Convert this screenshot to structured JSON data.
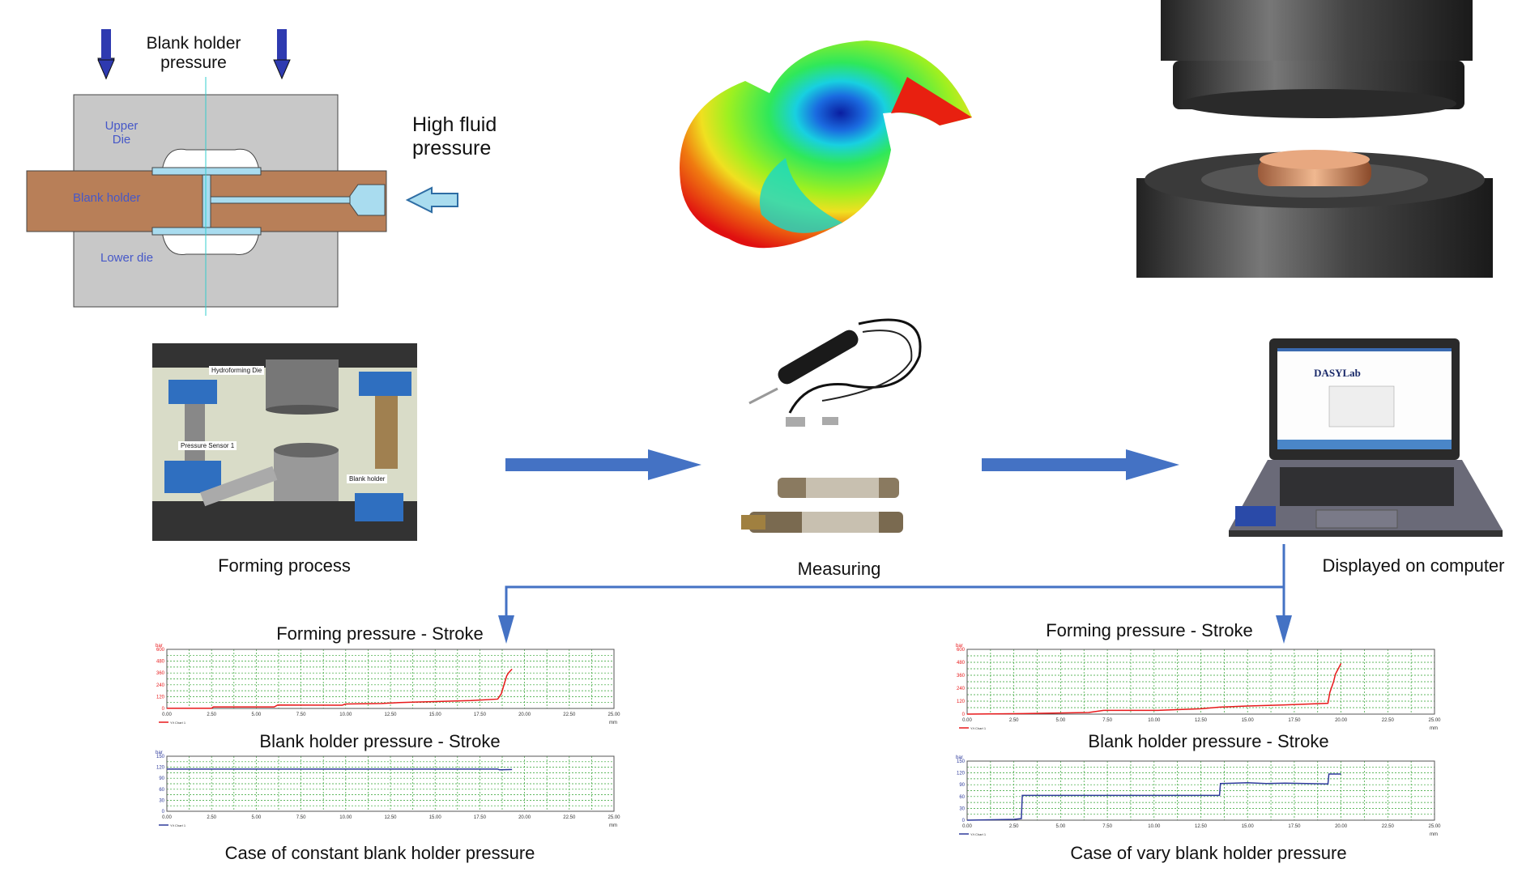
{
  "die_diagram": {
    "top_label": "Blank holder pressure",
    "side_label": "High fluid pressure",
    "upper_die": "Upper Die",
    "blank_holder": "Blank holder",
    "lower_die": "Lower die"
  },
  "photo_labels": {
    "hydroforming_die": "Hydroforming Die",
    "pressure_sensor": "Pressure Sensor 1",
    "blank_holder": "Blank holder",
    "software": "DASYLab"
  },
  "captions": {
    "forming_process": "Forming process",
    "measuring": "Measuring",
    "displayed": "Displayed on computer",
    "constant_case": "Case of constant blank holder pressure",
    "vary_case": "Case of vary blank holder pressure"
  },
  "colors": {
    "arrow": "#4472c4",
    "forming": "#e8191b",
    "blank": "#2e3a9b",
    "grid": "#2ea02e",
    "brown": "#b87f58",
    "fluid": "#a9dcef"
  },
  "chart_data": [
    {
      "type": "line",
      "title": "Forming pressure - Stroke",
      "case": "constant",
      "ylabel": "bar",
      "xlabel": "mm",
      "xlim": [
        0,
        25
      ],
      "ylim": [
        0,
        600
      ],
      "xticks": [
        "0.00",
        "2.50",
        "5.00",
        "7.50",
        "10.00",
        "12.50",
        "15.00",
        "17.50",
        "20.00",
        "22.50",
        "25.00"
      ],
      "yticks": [
        "0",
        "120",
        "240",
        "360",
        "480",
        "600"
      ],
      "legend": "Y/t Chart 1",
      "color": "#e8191b",
      "x": [
        0,
        2.5,
        2.6,
        6,
        6.2,
        9.8,
        10,
        12,
        13,
        15,
        17,
        18.5,
        18.7,
        19,
        19.1,
        19.2,
        19.3
      ],
      "y": [
        2,
        2,
        15,
        15,
        35,
        33,
        45,
        50,
        60,
        70,
        80,
        95,
        150,
        330,
        360,
        380,
        400
      ]
    },
    {
      "type": "line",
      "title": "Blank holder pressure - Stroke",
      "case": "constant",
      "ylabel": "bar",
      "xlabel": "mm",
      "xlim": [
        0,
        25
      ],
      "ylim": [
        0,
        150
      ],
      "xticks": [
        "0.00",
        "2.50",
        "5.00",
        "7.50",
        "10.00",
        "12.50",
        "15.00",
        "17.50",
        "20.00",
        "22.50",
        "25.00"
      ],
      "yticks": [
        "0",
        "30",
        "60",
        "90",
        "120",
        "150"
      ],
      "legend": "Y/t Chart 1",
      "color": "#2e3a9b",
      "x": [
        0,
        18.5,
        18.6,
        19.3
      ],
      "y": [
        115,
        115,
        113,
        114
      ]
    },
    {
      "type": "line",
      "title": "Forming pressure - Stroke",
      "case": "vary",
      "ylabel": "bar",
      "xlabel": "mm",
      "xlim": [
        0,
        25
      ],
      "ylim": [
        0,
        600
      ],
      "xticks": [
        "0.00",
        "2.50",
        "5.00",
        "7.50",
        "10.00",
        "12.50",
        "15.00",
        "17.50",
        "20.00",
        "22.50",
        "25.00"
      ],
      "yticks": [
        "0",
        "120",
        "240",
        "360",
        "480",
        "600"
      ],
      "legend": "Y/t Chart 1",
      "color": "#e8191b",
      "x": [
        0,
        3,
        6.5,
        7.3,
        10.2,
        12.5,
        13.5,
        15,
        17,
        19.3,
        19.4,
        19.6,
        19.7,
        20
      ],
      "y": [
        0,
        5,
        15,
        35,
        35,
        50,
        65,
        75,
        85,
        100,
        200,
        300,
        370,
        470
      ]
    },
    {
      "type": "line",
      "title": "Blank holder pressure - Stroke",
      "case": "vary",
      "ylabel": "bar",
      "xlabel": "mm",
      "xlim": [
        0,
        25
      ],
      "ylim": [
        0,
        150
      ],
      "xticks": [
        "0.00",
        "2.50",
        "5.00",
        "7.50",
        "10.00",
        "12.50",
        "15.00",
        "17.50",
        "20.00",
        "22.50",
        "25.00"
      ],
      "yticks": [
        "0",
        "30",
        "60",
        "90",
        "120",
        "150"
      ],
      "legend": "Y/t Chart 1",
      "color": "#2e3a9b",
      "x": [
        0,
        2.5,
        2.9,
        2.95,
        13.5,
        13.55,
        15,
        16,
        17,
        19.3,
        19.35,
        20
      ],
      "y": [
        0,
        2,
        4,
        63,
        63,
        93,
        95,
        93,
        94,
        92,
        117,
        117
      ]
    }
  ]
}
